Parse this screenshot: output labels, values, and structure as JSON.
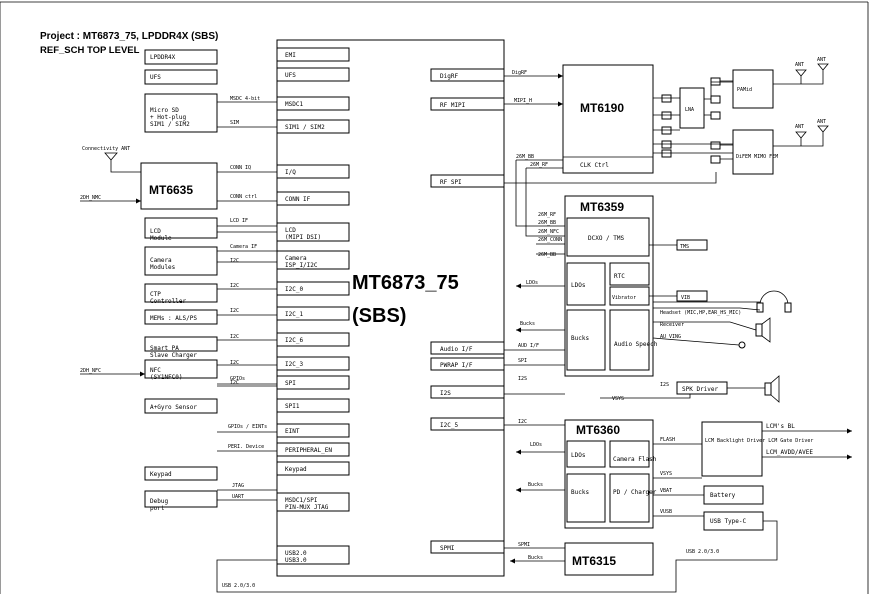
{
  "header": {
    "project": "Project : MT6873_75, LPDDR4X (SBS)",
    "subtitle": "REF_SCH TOP LEVEL"
  },
  "soc": {
    "name": "MT6873_75",
    "sub": "(SBS)",
    "left_pins": [
      "EMI",
      "UFS",
      "MSDC1",
      "SIM1 / SIM2",
      "I/Q",
      "CONN IF",
      "LCD\n(MIPI DSI)",
      "Camera\nISP_I/I2C",
      "I2C_0",
      "I2C_1",
      "I2C_6",
      "I2C_3",
      "SPI",
      "SPI1",
      "EINT",
      "PERIPHERAL_EN",
      "Keypad",
      "MSDC1/SPI\nPIN-MUX JTAG",
      "USB2.0\nUSB3.0"
    ],
    "right_pins": [
      "DigRF",
      "RF MIPI",
      "RF SPI",
      "Audio I/F",
      "PWRAP I/F",
      "I2S",
      "I2C_5",
      "SPMI"
    ]
  },
  "left_devices": [
    "LPDDR4X",
    "UFS",
    "Micro SD\n+ Hot-plug\nSIM1 / SIM2",
    "LCD\nModule",
    "Camera\nModules",
    "CTP\nController",
    "MEMs : ALS/PS",
    "Smart PA\nSlave Charger",
    "NFC\n(SY1NFC0)",
    "A+Gyro Sensor",
    "Keypad",
    "Debug\nport"
  ],
  "left_signals": [
    "MSDC 4-bit",
    "SIM",
    "CONN IQ",
    "CONN ctrl",
    "LCD IF",
    "Camera IF",
    "I2C",
    "I2C",
    "I2C",
    "I2C",
    "I2C",
    "I2C",
    "GPIOs",
    "GPIOs / EINTs",
    "PERI. Device",
    "JTAG",
    "UART",
    "USB 2.0/3.0"
  ],
  "mt6635": {
    "name": "MT6635",
    "antenna": "Connectivity ANT",
    "sig": "2DH_NMC"
  },
  "nfc_sig": "2DH_NFC",
  "mt6190": {
    "name": "MT6190",
    "clk": "CLK Ctrl",
    "lna": "LNA",
    "pamid": "PAMid",
    "difem": "DiFEM\nMIMO FEM",
    "ant": "ANT",
    "sigs": [
      "DigRF",
      "MIPI_H",
      "26M_BB",
      "26M_RF"
    ]
  },
  "mt6359": {
    "name": "MT6359",
    "dcxo": "DCXO / TMS",
    "ldos": "LDOs",
    "rtc": "RTC",
    "vibrator": "Vibrator",
    "bucks": "Bucks",
    "audio": "Audio\nSpeech",
    "tms": "TMS",
    "vib": "VIB",
    "sigs": [
      "26M_RF",
      "26M_BB",
      "26M_NFC",
      "26M_CONN",
      "26M_BB",
      "LDOs",
      "Bucks",
      "AUD I/F",
      "SPI",
      "I2S",
      "I2S",
      "I2C"
    ],
    "headset": "Headset\n(MIC,HP,EAR_HS_MIC)",
    "receiver": "Receiver",
    "ext": "AU_VING"
  },
  "spk": {
    "label": "SPK Driver",
    "vsys": "VSYS"
  },
  "mt6360": {
    "name": "MT6360",
    "ldos": "LDOs",
    "camflash": "Camera\nFlash",
    "bucks": "Bucks",
    "charger": "PD /\nCharger",
    "flash": "FLASH",
    "vsys": "VSYS",
    "vbat": "VBAT",
    "vusb": "VUSB"
  },
  "right_devices": {
    "lcm": "LCM\nBacklight\nDriver\nLCM Gate\nDriver",
    "lcm_bl": "LCM's BL",
    "lcm_avdd": "LCM_AVDD/AVEE",
    "battery": "Battery",
    "usb": "USB Type-C",
    "usb_sig": "USB 2.0/3.0"
  },
  "mt6315": {
    "name": "MT6315",
    "spmi": "SPMI",
    "bucks": "Bucks"
  }
}
